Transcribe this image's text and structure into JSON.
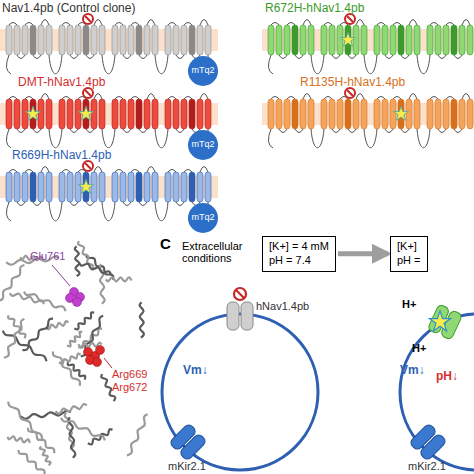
{
  "diagram": {
    "nodes": [
      {
        "text": [
          "mTq2"
        ]
      },
      {
        "text": [
          "mTq2"
        ]
      },
      {
        "text": [
          "mTq2"
        ]
      },
      {
        "text": [
          "[K+] = 4 mM",
          "pH = 7.4"
        ]
      },
      {
        "text": [
          "[K+]",
          "pH ="
        ]
      }
    ],
    "edges": [
      {
        "from": 3,
        "to": 4,
        "arrow": "to"
      }
    ],
    "labels": [
      "Nav1.4pb (Control clone)",
      "R672H-hNav1.4pb",
      "DMT-hNav1.4pb",
      "R1135H-hNav1.4pb",
      "R669H-hNav1.4pb",
      "Glu761",
      "Arg669",
      "Arg672",
      "C",
      "Extracellular conditions",
      "hNav1.4pb",
      "Vm↓",
      "mKir2.1",
      "H+",
      "H+",
      "pH↓",
      "Vm↓",
      "mKir2.1"
    ]
  }
}
